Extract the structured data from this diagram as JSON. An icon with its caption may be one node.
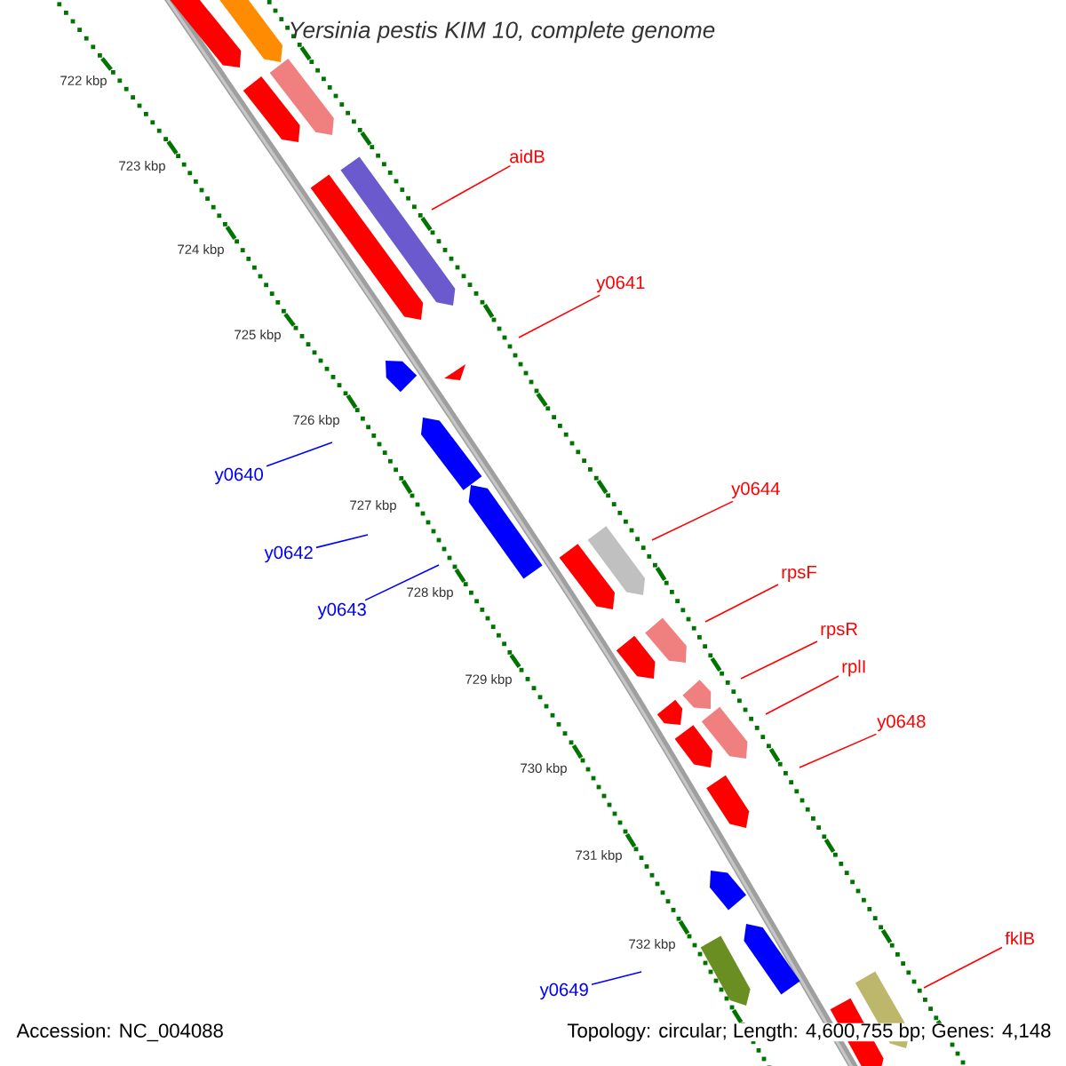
{
  "diagram": {
    "title": "Yersinia pestis KIM 10, complete genome",
    "nodes": [
      {
        "text": [
          "aidB"
        ]
      },
      {
        "text": [
          "y0641"
        ]
      },
      {
        "text": [
          "y0640"
        ]
      },
      {
        "text": [
          "y0642"
        ]
      },
      {
        "text": [
          "y0643"
        ]
      },
      {
        "text": [
          "y0644"
        ]
      },
      {
        "text": [
          "rpsF"
        ]
      },
      {
        "text": [
          "rpsR"
        ]
      },
      {
        "text": [
          "rplI"
        ]
      },
      {
        "text": [
          "y0648"
        ]
      },
      {
        "text": [
          "y0649"
        ]
      },
      {
        "text": [
          "fklB"
        ]
      }
    ],
    "edges": [
      {
        "from": 0,
        "to": null,
        "arrow": "none"
      },
      {
        "from": 1,
        "to": null,
        "arrow": "none"
      },
      {
        "from": 2,
        "to": null,
        "arrow": "none",
        "color": "#0000ff"
      },
      {
        "from": 3,
        "to": null,
        "arrow": "none",
        "color": "#0000ff"
      },
      {
        "from": 4,
        "to": null,
        "arrow": "none",
        "color": "#0000ff"
      },
      {
        "from": 5,
        "to": null,
        "arrow": "none"
      },
      {
        "from": 6,
        "to": null,
        "arrow": "none"
      },
      {
        "from": 7,
        "to": null,
        "arrow": "none"
      },
      {
        "from": 8,
        "to": null,
        "arrow": "none"
      },
      {
        "from": 9,
        "to": null,
        "arrow": "none"
      },
      {
        "from": 10,
        "to": null,
        "arrow": "none",
        "color": "#0000ff"
      },
      {
        "from": 11,
        "to": null,
        "arrow": "none"
      }
    ],
    "labels": [
      "722 kbp",
      "723 kbp",
      "724 kbp",
      "725 kbp",
      "726 kbp",
      "727 kbp",
      "728 kbp",
      "729 kbp",
      "730 kbp",
      "731 kbp",
      "732 kbp",
      "Accession: NC_004088",
      "Topology: circular; Length: 4,600,755 bp; Genes: 4,148"
    ]
  }
}
